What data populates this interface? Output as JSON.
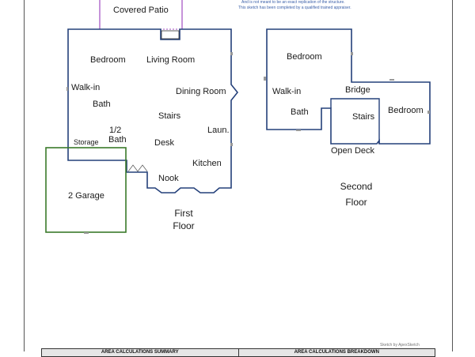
{
  "header_notes": {
    "line1": "And is not meant to be an exact replication of the structure.",
    "line2": "This sketch has been completed by a qualified trained appraiser."
  },
  "rooms": {
    "covered_patio": "Covered Patio",
    "bedroom_1": "Bedroom",
    "living_room": "Living Room",
    "walk_in_1": "Walk-in",
    "bath_1": "Bath",
    "dining_room": "Dining Room",
    "stairs_1": "Stairs",
    "half_bath_num": "1/2",
    "half_bath": "Bath",
    "laundry": "Laun.",
    "storage": "Storage",
    "desk": "Desk",
    "kitchen": "Kitchen",
    "nook": "Nook",
    "garage": "2 Garage",
    "bedroom_2": "Bedroom",
    "walk_in_2": "Walk-in",
    "bridge": "Bridge",
    "bath_2": "Bath",
    "stairs_2": "Stairs",
    "bedroom_3": "Bedroom",
    "open_deck": "Open Deck"
  },
  "floors": {
    "first_line1": "First",
    "first_line2": "Floor",
    "second_line1": "Second",
    "second_line2": "Floor"
  },
  "credit": "Sketch by ApexSketch",
  "area_table": {
    "summary_header": "AREA CALCULATIONS SUMMARY",
    "breakdown_header": "AREA CALCULATIONS BREAKDOWN"
  },
  "colors": {
    "wall": "#24407a",
    "garage": "#3a7a2a",
    "patio": "#a04cc0"
  }
}
